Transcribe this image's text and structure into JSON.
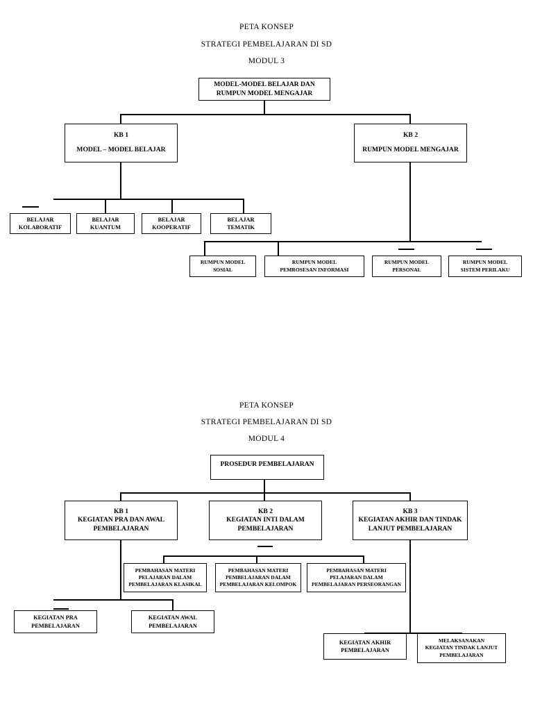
{
  "document": {
    "diagram1": {
      "headings": {
        "line1": "PETA KONSEP",
        "line2": "STRATEGI PEMBELAJARAN DI SD",
        "line3": "MODUL 3"
      },
      "root": {
        "line1": "MODEL-MODEL BELAJAR DAN",
        "line2": "RUMPUN MODEL MENGAJAR"
      },
      "kb1": {
        "label": "KB 1",
        "title": "MODEL – MODEL BELAJAR"
      },
      "kb2": {
        "label": "KB 2",
        "title": "RUMPUN MODEL MENGAJAR"
      },
      "kb1_children": [
        {
          "line1": "BELAJAR",
          "line2": "KOLABORATIF"
        },
        {
          "line1": "BELAJAR",
          "line2": "KUANTUM"
        },
        {
          "line1": "BELAJAR",
          "line2": "KOOPERATIF"
        },
        {
          "line1": "BELAJAR",
          "line2": "TEMATIK"
        }
      ],
      "kb2_children": [
        {
          "line1": "RUMPUN MODEL",
          "line2": "SOSIAL"
        },
        {
          "line1": "RUMPUN MODEL",
          "line2": "PEMROSESAN INFORMASI"
        },
        {
          "line1": "RUMPUN MODEL",
          "line2": "PERSONAL"
        },
        {
          "line1": "RUMPUN MODEL",
          "line2": "SISTEM PERILAKU"
        }
      ]
    },
    "diagram2": {
      "headings": {
        "line1": "PETA KONSEP",
        "line2": "STRATEGI PEMBELAJARAN DI SD",
        "line3": "MODUL 4"
      },
      "root": {
        "line1": "PROSEDUR PEMBELAJARAN"
      },
      "kb1": {
        "label": "KB 1",
        "line1": "KEGIATAN PRA DAN AWAL",
        "line2": "PEMBELAJARAN"
      },
      "kb2": {
        "label": "KB 2",
        "line1": "KEGIATAN INTI DALAM",
        "line2": "PEMBELAJARAN"
      },
      "kb3": {
        "label": "KB 3",
        "line1": "KEGIATAN AKHIR DAN TINDAK",
        "line2": "LANJUT PEMBELAJARAN"
      },
      "kb2_children": [
        {
          "line1": "PEMBAHASAN MATERI",
          "line2": "PELAJARAN DALAM",
          "line3": "PEMBELAJARAN KLASIKAL"
        },
        {
          "line1": "PEMBAHASAN MATERI",
          "line2": "PEMBELAJARAN DALAM",
          "line3": "PEMBELAJARAN KELOMPOK"
        },
        {
          "line1": "PEMBAHASAN MATERI",
          "line2": "PELAJARAN DALAM",
          "line3": "PEMBELAJARAN PERSEORANGAN"
        }
      ],
      "kb1_children": [
        {
          "line1": "KEGIATAN PRA",
          "line2": "PEMBELAJARAN"
        },
        {
          "line1": "KEGIATAN AWAL",
          "line2": "PEMBELAJARAN"
        }
      ],
      "kb3_children": [
        {
          "line1": "KEGIATAN AKHIR",
          "line2": "PEMBELAJARAN"
        },
        {
          "line1": "MELAKSANAKAN",
          "line2": "KEGIATAN TINDAK LANJUT",
          "line3": "PEMBELAJARAN"
        }
      ]
    }
  },
  "colors": {
    "ink": "#000000",
    "paper": "#ffffff"
  }
}
